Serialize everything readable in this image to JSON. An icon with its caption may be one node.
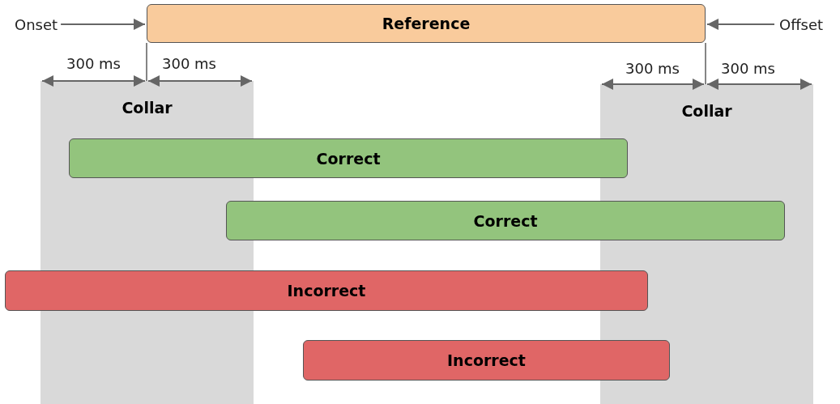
{
  "diagram": {
    "nodes": [
      {
        "text": [
          "Onset"
        ]
      },
      {
        "text": [
          "Reference"
        ]
      },
      {
        "text": [
          "Offset"
        ]
      },
      {
        "text": [
          "Collar"
        ]
      },
      {
        "text": [
          "Collar"
        ]
      },
      {
        "text": [
          "Correct"
        ]
      },
      {
        "text": [
          "Correct"
        ]
      },
      {
        "text": [
          "Incorrect"
        ]
      },
      {
        "text": [
          "Incorrect"
        ]
      }
    ],
    "edges": [
      {
        "from": 0,
        "to": 1,
        "arrow": "to"
      },
      {
        "from": 2,
        "to": 1,
        "arrow": "to"
      }
    ],
    "labels": [
      "300 ms",
      "300 ms",
      "300 ms",
      "300 ms"
    ]
  }
}
